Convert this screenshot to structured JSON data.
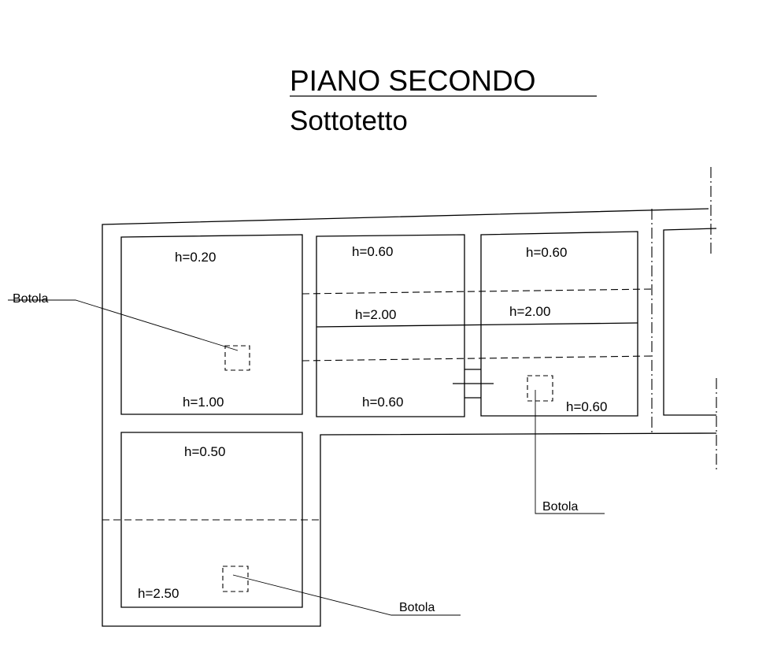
{
  "title": "PIANO SECONDO",
  "subtitle": "Sottotetto",
  "hatch_label": "Botola",
  "rooms": [
    {
      "top": "h=0.20",
      "bottom": "h=1.00"
    },
    {
      "top": "h=0.60",
      "middle": "h=2.00",
      "bottom": "h=0.60"
    },
    {
      "top": "h=0.60",
      "middle": "h=2.00",
      "bottom": "h=0.60"
    },
    {
      "top": "h=0.50",
      "bottom": "h=2.50"
    }
  ]
}
